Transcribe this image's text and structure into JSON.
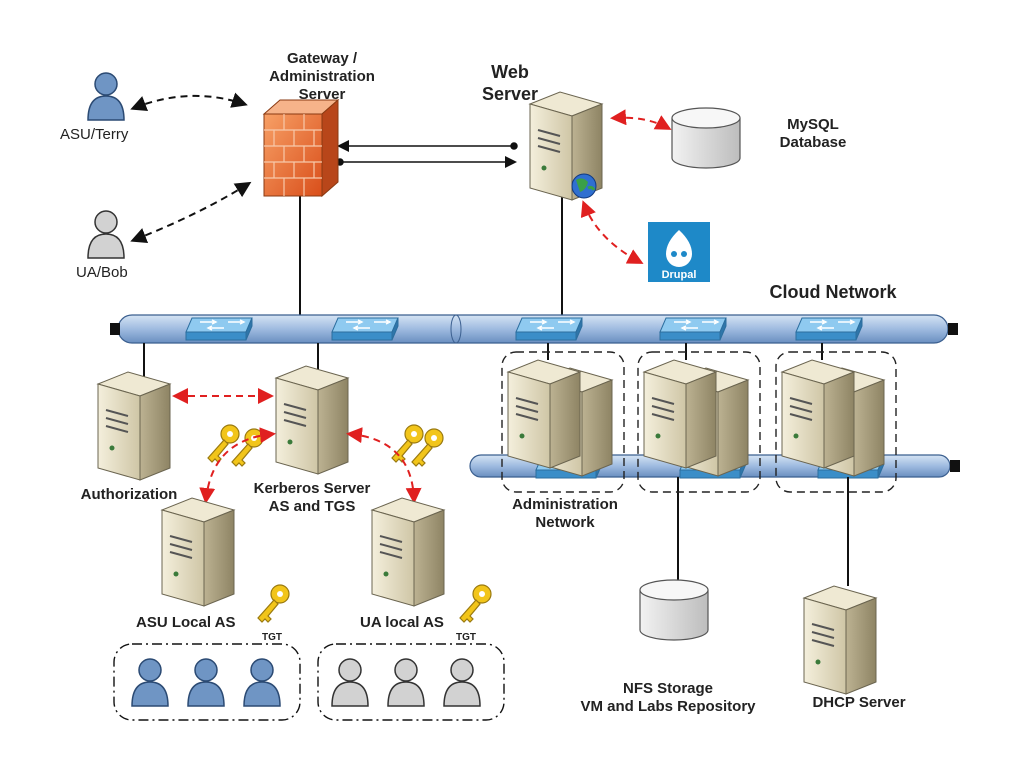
{
  "labels": {
    "gateway": "Gateway /\nAdministration\nServer",
    "web_server": "Web\nServer",
    "mysql": "MySQL\nDatabase",
    "drupal": "Drupal",
    "cloud_network": "Cloud Network",
    "asu_terry": "ASU/Terry",
    "ua_bob": "UA/Bob",
    "authorization": "Authorization",
    "kerberos": "Kerberos Server\nAS and TGS",
    "asu_local_as": "ASU Local AS",
    "ua_local_as": "UA local AS",
    "tgt": "TGT",
    "admin_network": "Administration\nNetwork",
    "nfs": "NFS Storage\nVM and Labs Repository",
    "dhcp": "DHCP Server"
  },
  "colors": {
    "pipe": "#a9c4e4",
    "pipe_dark": "#3b5f8f",
    "switch": "#5aa6dd",
    "firewall": "#e86a2c",
    "server": "#e9e2c8",
    "user_blue": "#6f95c4",
    "user_grey": "#c9c9c9",
    "red_link": "#e02020",
    "key": "#f2c51a"
  },
  "icons": [
    "user-icon",
    "firewall-icon",
    "server-icon",
    "database-icon",
    "switch-icon",
    "key-icon",
    "drupal-logo",
    "globe-icon"
  ]
}
